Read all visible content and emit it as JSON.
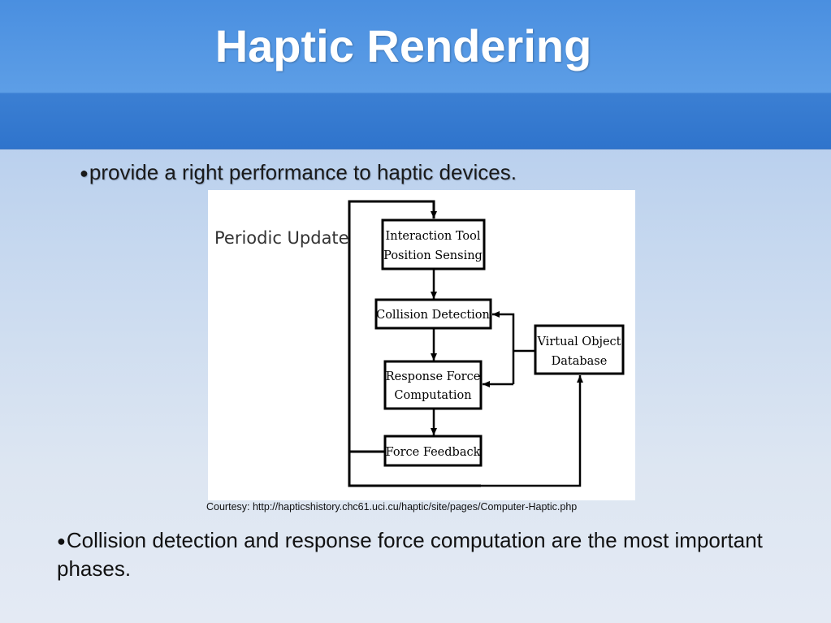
{
  "slide": {
    "title": "Haptic Rendering",
    "bullet_top": "provide a right performance to haptic devices.",
    "courtesy": "Courtesy: http://hapticshistory.chc61.uci.cu/haptic/site/pages/Computer-Haptic.php",
    "bullet_bottom": "Collision detection and response force computation are the most important phases."
  },
  "diagram": {
    "loop_label": "Periodic Update",
    "boxes": {
      "interaction_line1": "Interaction Tool",
      "interaction_line2": "Position Sensing",
      "collision": "Collision Detection",
      "response_line1": "Response Force",
      "response_line2": "Computation",
      "feedback": "Force Feedback",
      "virtual_line1": "Virtual Object",
      "virtual_line2": "Database"
    }
  }
}
